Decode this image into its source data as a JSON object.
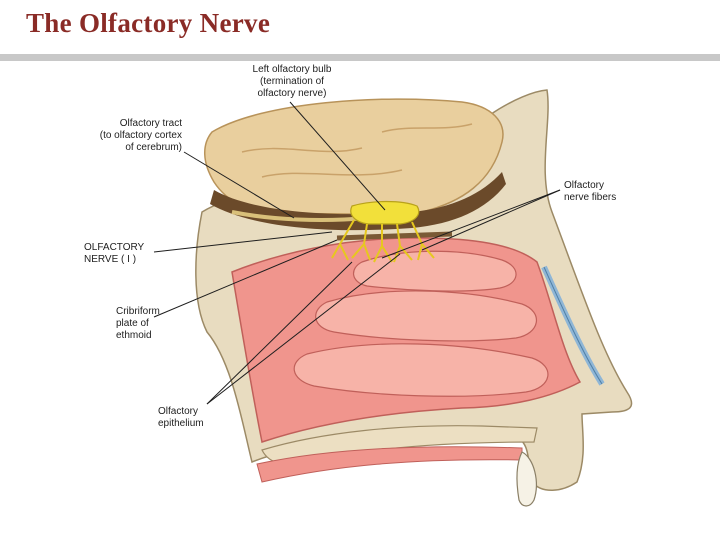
{
  "slide": {
    "title": "The Olfactory Nerve"
  },
  "labels": {
    "bulb": {
      "line1": "Left olfactory bulb",
      "line2": "(termination of",
      "line3": "olfactory nerve)"
    },
    "tract": {
      "line1": "Olfactory tract",
      "line2": "(to olfactory cortex",
      "line3": "of cerebrum)"
    },
    "nerve": {
      "line1": "OLFACTORY",
      "line2": "NERVE ( I )"
    },
    "cribriform": {
      "line1": "Cribriform",
      "line2": "plate of",
      "line3": "ethmoid"
    },
    "epithelium": {
      "line1": "Olfactory",
      "line2": "epithelium"
    },
    "fibers": {
      "line1": "Olfactory",
      "line2": "nerve fibers"
    }
  },
  "colors": {
    "title": "#8a2b26",
    "mucosa": "#f0958d",
    "concha": "#f7b3a8",
    "bone": "#e8dcc0",
    "brain": "#e9cf9e",
    "bulb": "#f2e03a"
  }
}
